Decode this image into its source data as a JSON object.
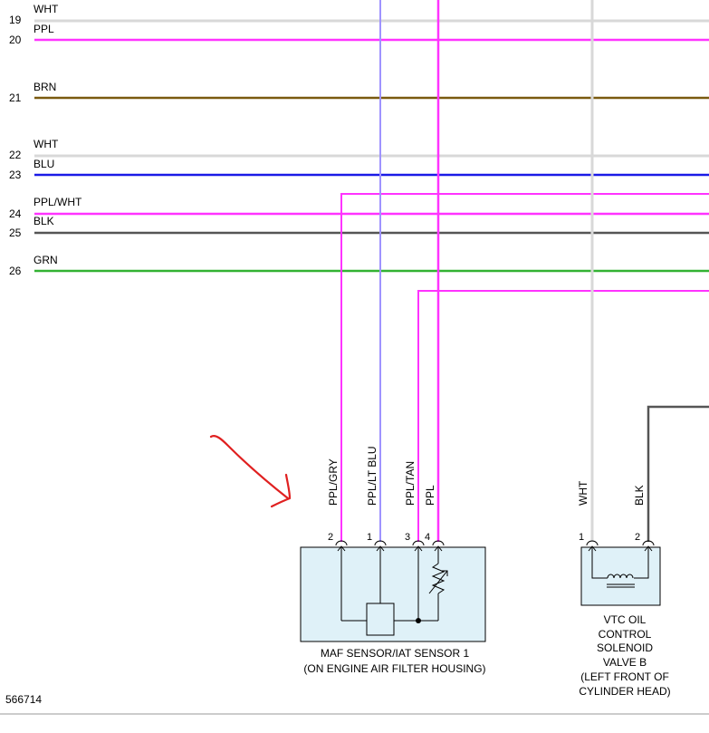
{
  "wires": [
    {
      "row": "19",
      "color_name": "WHT",
      "hex": "#d8d8d8"
    },
    {
      "row": "20",
      "color_name": "PPL",
      "hex": "#ff33ff"
    },
    {
      "row": "21",
      "color_name": "BRN",
      "hex": "#7a5a10"
    },
    {
      "row": "22",
      "color_name": "WHT",
      "hex": "#d8d8d8"
    },
    {
      "row": "23",
      "color_name": "BLU",
      "hex": "#1a1ae6"
    },
    {
      "row": "24",
      "color_name": "PPL/WHT",
      "hex": "#ff33ff"
    },
    {
      "row": "25",
      "color_name": "BLK",
      "hex": "#555555"
    },
    {
      "row": "26",
      "color_name": "GRN",
      "hex": "#33b233"
    }
  ],
  "maf_sensor": {
    "pins": [
      {
        "number": "2",
        "wire_label": "PPL/GRY"
      },
      {
        "number": "1",
        "wire_label": "PPL/LT BLU"
      },
      {
        "number": "3",
        "wire_label": "PPL/TAN"
      },
      {
        "number": "4",
        "wire_label": "PPL"
      }
    ],
    "caption_line1": "MAF SENSOR/IAT SENSOR 1",
    "caption_line2": "(ON ENGINE AIR FILTER HOUSING)"
  },
  "vtc_solenoid": {
    "pins": [
      {
        "number": "1",
        "wire_label": "WHT"
      },
      {
        "number": "2",
        "wire_label": "BLK"
      }
    ],
    "caption_lines": [
      "VTC OIL",
      "CONTROL",
      "SOLENOID",
      "VALVE B",
      "(LEFT FRONT OF",
      "CYLINDER HEAD)"
    ]
  },
  "figure_id": "566714",
  "colors": {
    "component_fill": "#dff1f8",
    "annotation_arrow": "#e02020",
    "light_blue_wire": "#9f93ff"
  }
}
